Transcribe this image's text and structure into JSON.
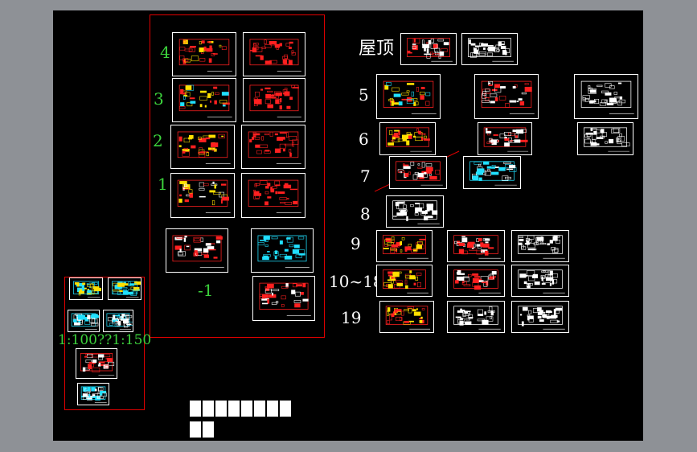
{
  "labels": {
    "floor_4": "4",
    "floor_3": "3",
    "floor_2": "2",
    "floor_1": "1",
    "basement": "-1",
    "roof": "屋顶",
    "floor_5": "5",
    "floor_6": "6",
    "floor_7": "7",
    "floor_8": "8",
    "floor_9": "9",
    "floor_10_18": "10~18",
    "floor_19": "19",
    "scale": "1:100??1:150"
  },
  "colors": {
    "background": "#000000",
    "outer": "#8e9196",
    "frame_red": "#e00000",
    "label_green": "#3cd23c",
    "label_white": "#ffffff",
    "plan_red": "#ff2020",
    "plan_yellow": "#ffe000",
    "plan_cyan": "#20e0ff",
    "plan_white": "#ffffff"
  }
}
